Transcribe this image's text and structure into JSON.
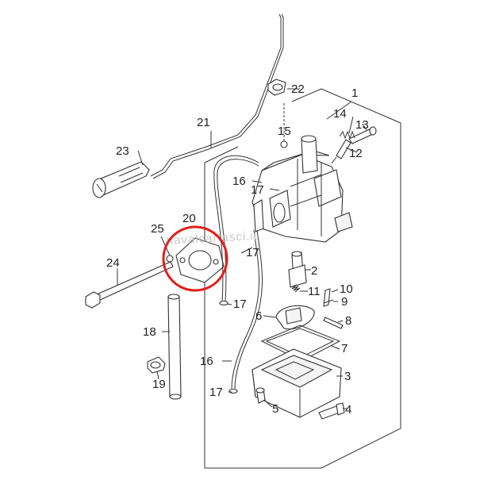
{
  "watermark": "navalcartasci.it",
  "highlight_color": "#e0201b",
  "callouts": [
    {
      "id": "c1",
      "label": "1"
    },
    {
      "id": "c2",
      "label": "2"
    },
    {
      "id": "c3",
      "label": "3"
    },
    {
      "id": "c4",
      "label": "4"
    },
    {
      "id": "c5",
      "label": "5"
    },
    {
      "id": "c6",
      "label": "6"
    },
    {
      "id": "c7",
      "label": "7"
    },
    {
      "id": "c8",
      "label": "8"
    },
    {
      "id": "c9",
      "label": "9"
    },
    {
      "id": "c10",
      "label": "10"
    },
    {
      "id": "c11",
      "label": "11"
    },
    {
      "id": "c12",
      "label": "12"
    },
    {
      "id": "c13",
      "label": "13"
    },
    {
      "id": "c14",
      "label": "14"
    },
    {
      "id": "c15",
      "label": "15"
    },
    {
      "id": "c16a",
      "label": "16"
    },
    {
      "id": "c16b",
      "label": "16"
    },
    {
      "id": "c17a",
      "label": "17"
    },
    {
      "id": "c17b",
      "label": "17"
    },
    {
      "id": "c17c",
      "label": "17"
    },
    {
      "id": "c17d",
      "label": "17"
    },
    {
      "id": "c18",
      "label": "18"
    },
    {
      "id": "c19",
      "label": "19"
    },
    {
      "id": "c20",
      "label": "20"
    },
    {
      "id": "c21",
      "label": "21"
    },
    {
      "id": "c22",
      "label": "22"
    },
    {
      "id": "c23",
      "label": "23"
    },
    {
      "id": "c24",
      "label": "24"
    },
    {
      "id": "c25",
      "label": "25"
    }
  ]
}
